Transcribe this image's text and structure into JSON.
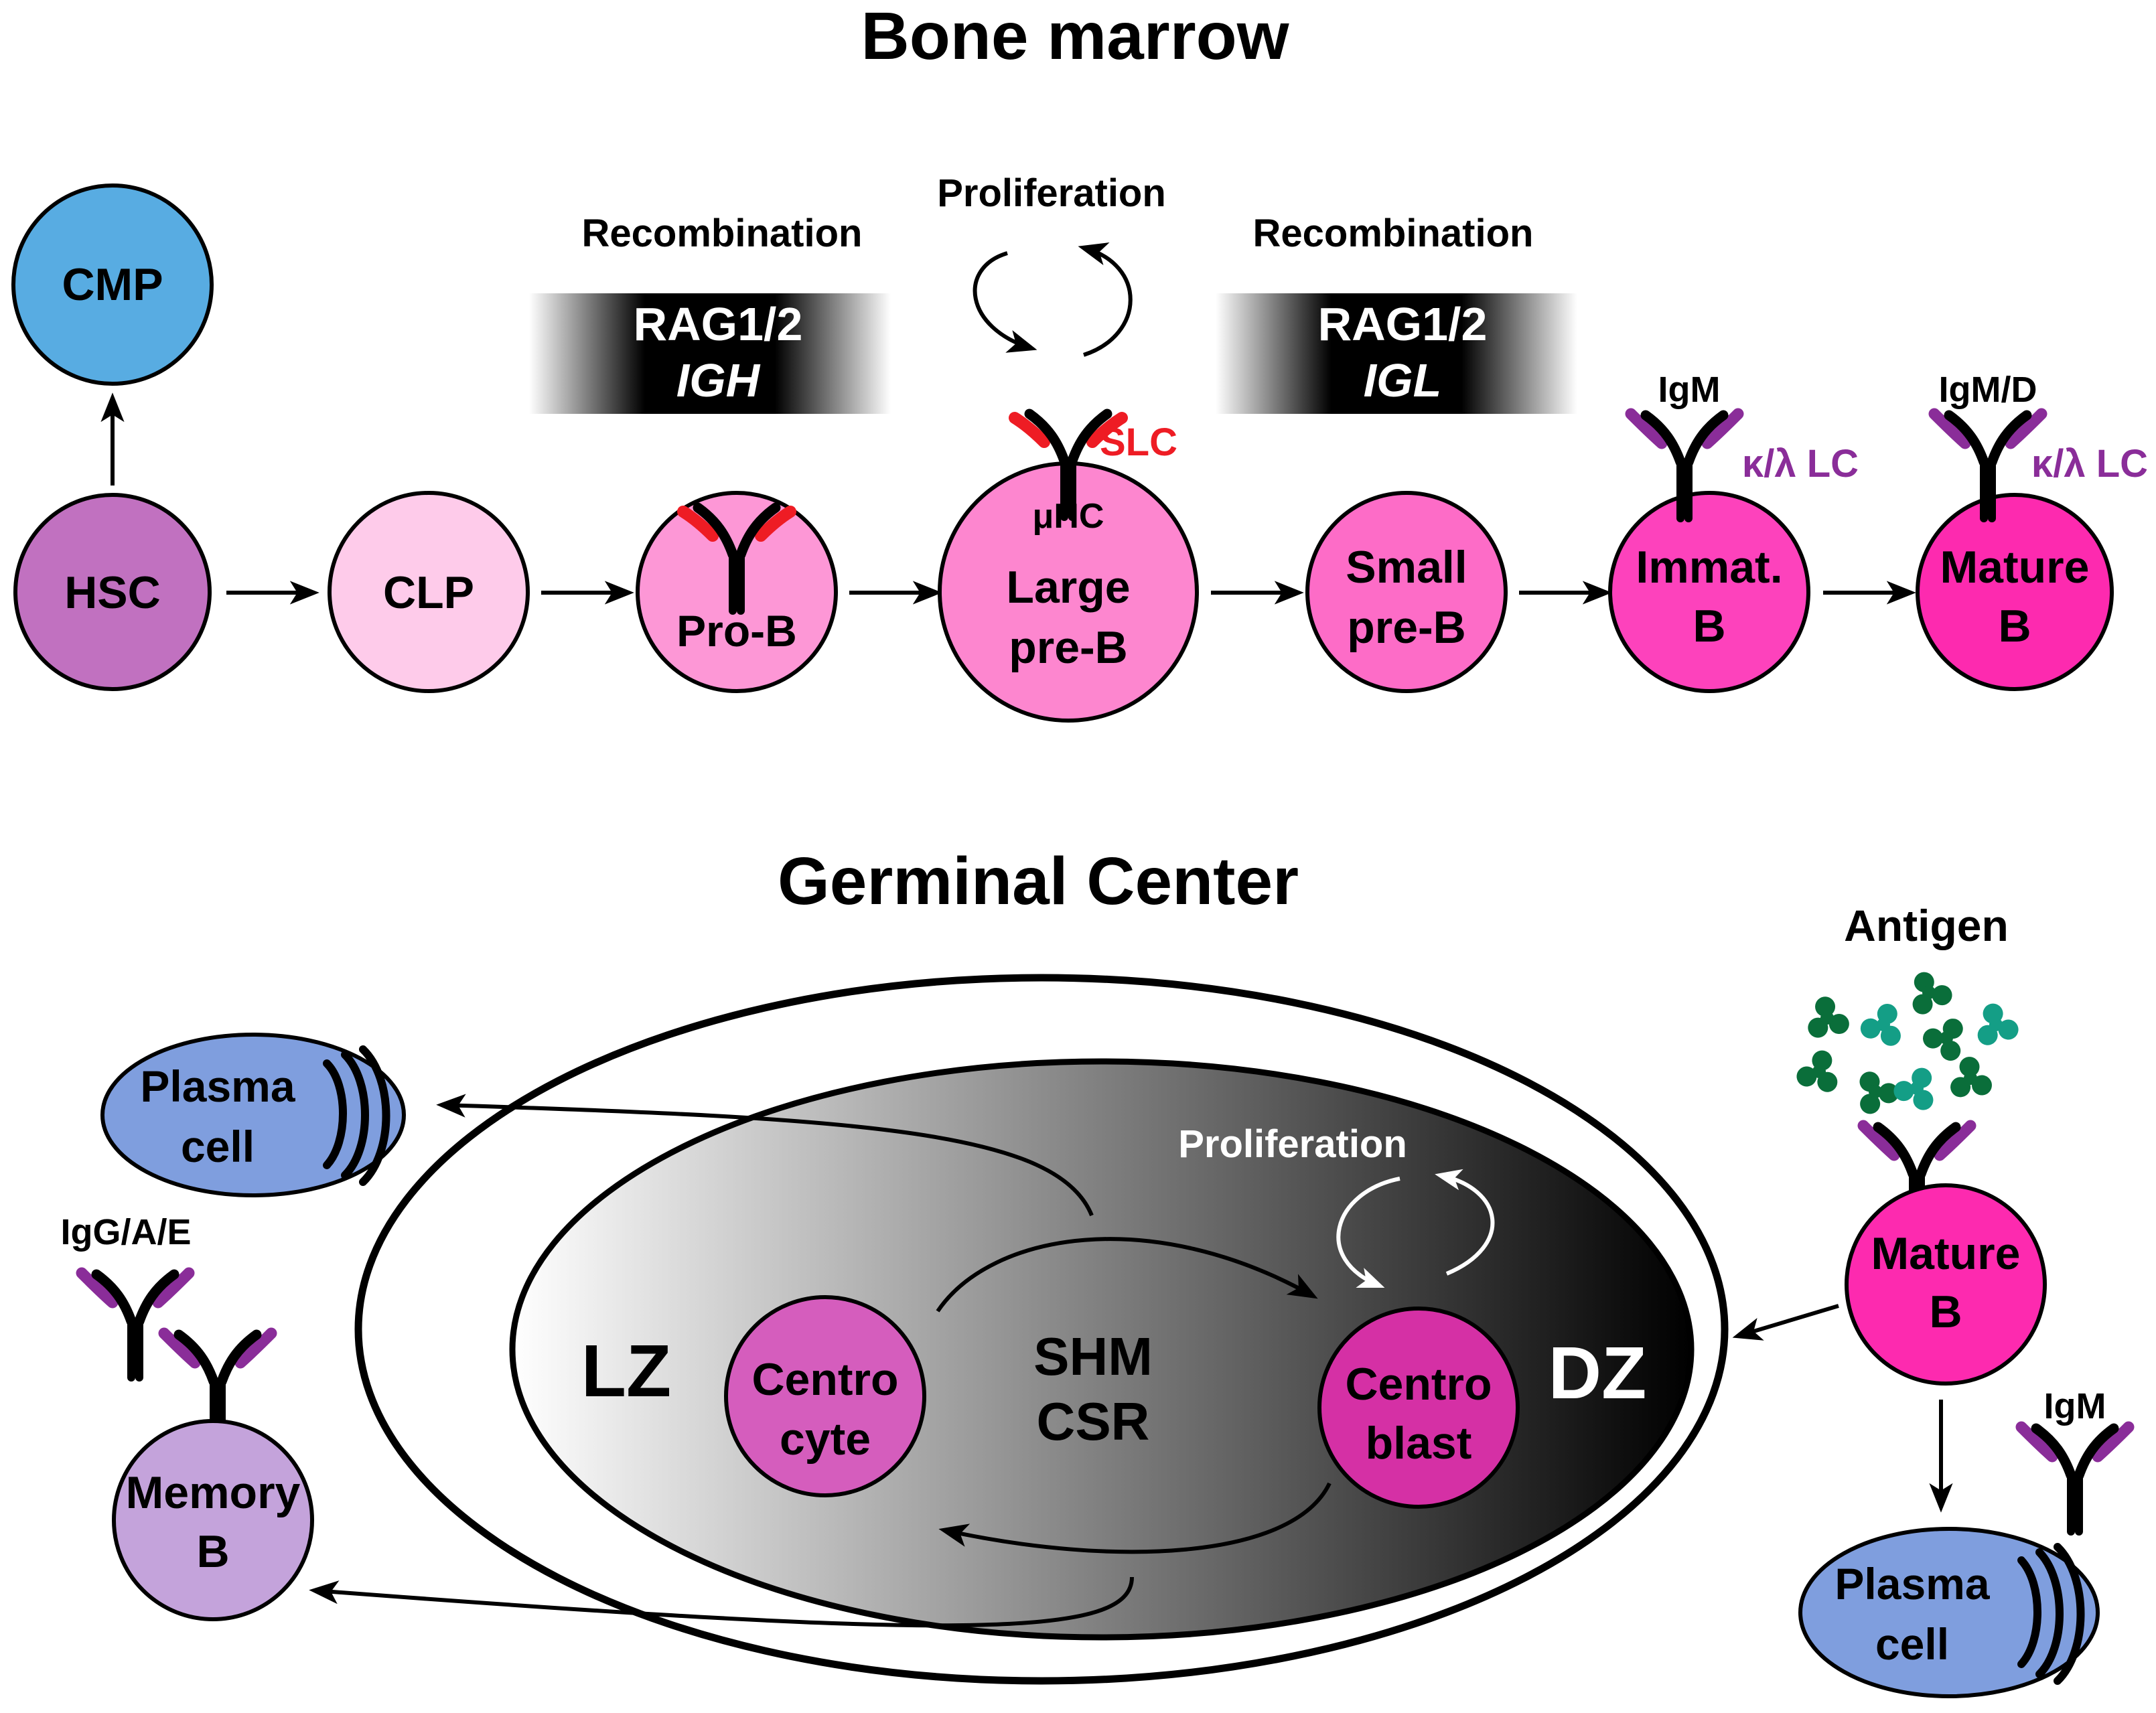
{
  "colors": {
    "hsc": "#c171c0",
    "cmp": "#58ace2",
    "clp": "#fecbea",
    "prob": "#fd97d6",
    "large_preb": "#fd86cf",
    "small_preb": "#fd6cc7",
    "immat_b": "#fd42bc",
    "mature_b": "#fd2aaf",
    "centrocyte": "#d55dbd",
    "centroblast": "#d530a5",
    "memory_b": "#c4a3db",
    "plasma": "#7f9ede",
    "slc": "#ee1c24",
    "light_chain": "#8a2d99",
    "antigen_dark": "#0a6e3a",
    "antigen_teal": "#149e86"
  },
  "bone_marrow": {
    "title": "Bone marrow",
    "cells": {
      "hsc": "HSC",
      "cmp": "CMP",
      "clp": "CLP",
      "prob": "Pro-B",
      "large_preb": [
        "Large",
        "pre-B"
      ],
      "small_preb": [
        "Small",
        "pre-B"
      ],
      "immat_b": [
        "Immat.",
        "B"
      ],
      "mature_b": [
        "Mature",
        "B"
      ]
    },
    "recombination_1": {
      "label": "Recombination",
      "enzyme": "RAG1/2",
      "gene": "IGH"
    },
    "recombination_2": {
      "label": "Recombination",
      "enzyme": "RAG1/2",
      "gene": "IGL"
    },
    "proliferation": "Proliferation",
    "slc": "SLC",
    "mu_hc": "μHC",
    "igm": "IgM",
    "igm_d": "IgM/D",
    "light_chain_1": "κ/λ LC",
    "light_chain_2": "κ/λ LC"
  },
  "germinal_center": {
    "title": "Germinal Center",
    "lz": "LZ",
    "dz": "DZ",
    "proliferation": "Proliferation",
    "shm": "SHM",
    "csr": "CSR",
    "centrocyte": [
      "Centro",
      "cyte"
    ],
    "centroblast": [
      "Centro",
      "blast"
    ],
    "plasma_cell_left": [
      "Plasma",
      "cell"
    ],
    "memory_b": [
      "Memory",
      "B"
    ],
    "igg_a_e": "IgG/A/E",
    "antigen": "Antigen",
    "mature_b": [
      "Mature",
      "B"
    ],
    "igm": "IgM",
    "plasma_cell_right": [
      "Plasma",
      "cell"
    ]
  }
}
